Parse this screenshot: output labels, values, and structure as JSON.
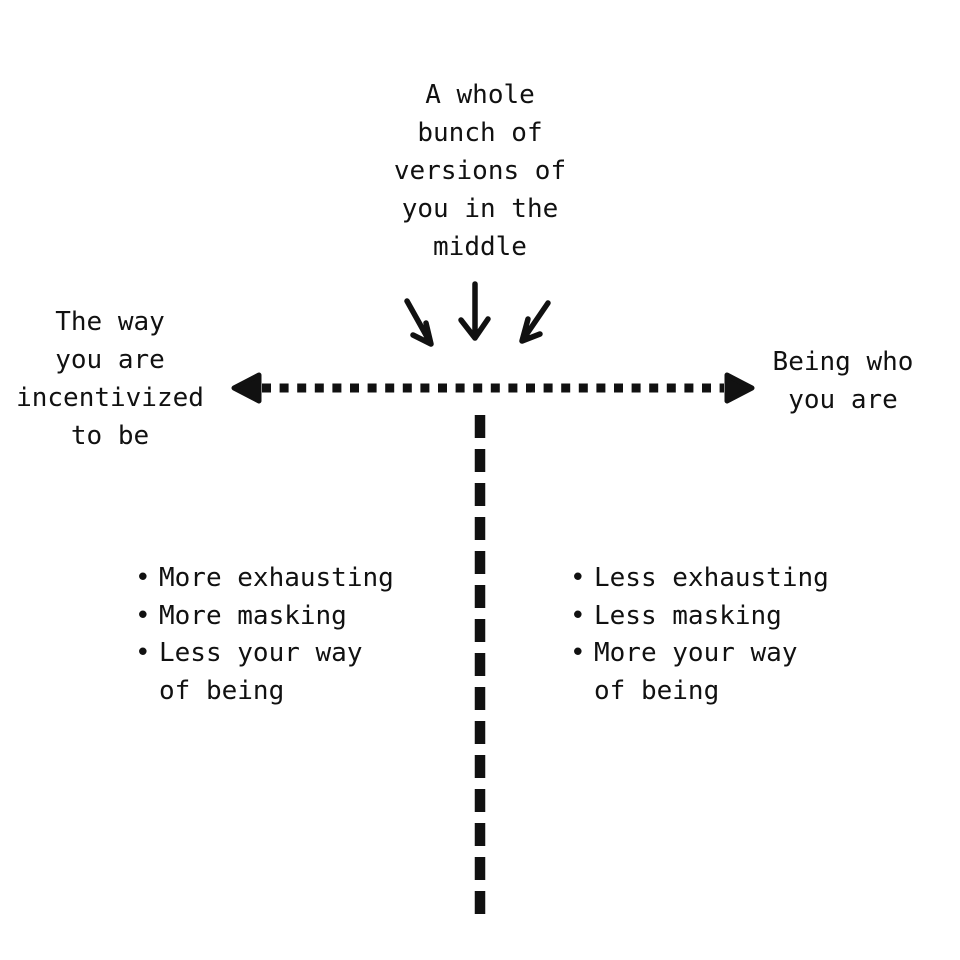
{
  "top_label": {
    "lines": [
      "A whole",
      "bunch of",
      "versions of",
      "you in the",
      "middle"
    ]
  },
  "left_axis_label": {
    "lines": [
      "The way",
      "you are",
      "incentivized",
      "to be"
    ]
  },
  "right_axis_label": {
    "lines": [
      "Being who",
      "you are"
    ]
  },
  "left_list": {
    "items": [
      "More exhausting",
      "More masking",
      "Less your way of being"
    ]
  },
  "right_list": {
    "items": [
      "Less exhausting",
      "Less masking",
      "More your way of being"
    ]
  },
  "bullet_glyph": "•",
  "colors": {
    "ink": "#111111",
    "sketch_arrows": "#222a27",
    "background": "#ffffff"
  }
}
